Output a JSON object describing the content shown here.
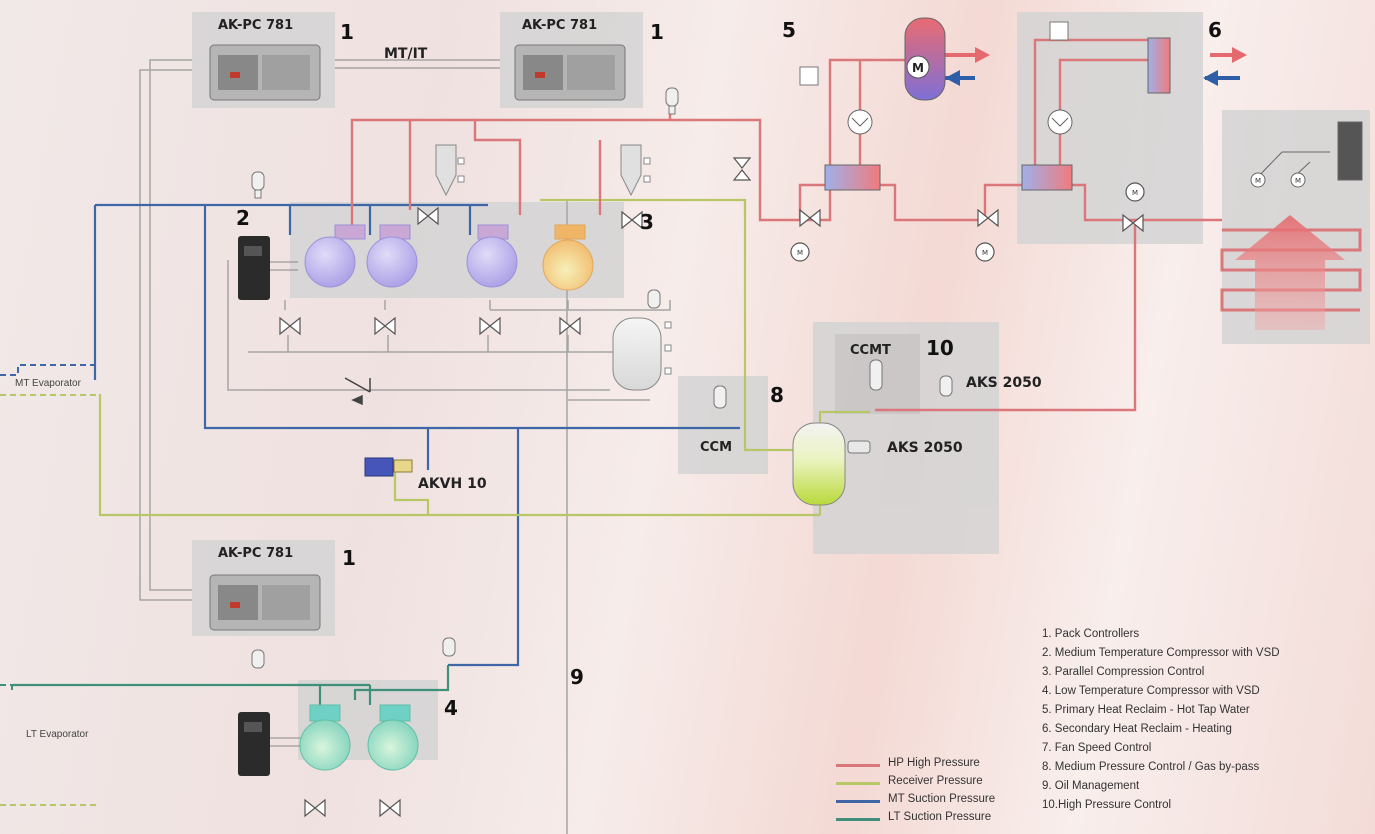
{
  "labels": {
    "controller_top_left": "AK-PC 781",
    "controller_top_right": "AK-PC 781",
    "controller_bottom": "AK-PC 781",
    "mt_it": "MT/IT",
    "akvh": "AKVH 10",
    "ccm": "CCM",
    "ccmt": "CCMT",
    "aks_upper": "AKS 2050",
    "aks_lower": "AKS 2050",
    "mt_evaporator": "MT Evaporator",
    "lt_evaporator": "LT Evaporator",
    "motor": "M"
  },
  "numbers": {
    "n1a": "1",
    "n1b": "1",
    "n1c": "1",
    "n2": "2",
    "n3": "3",
    "n4": "4",
    "n5": "5",
    "n6": "6",
    "n8": "8",
    "n9": "9",
    "n10": "10"
  },
  "legend": {
    "items": [
      "1. Pack Controllers",
      "2. Medium Temperature Compressor with VSD",
      "3. Parallel Compression Control",
      "4. Low Temperature Compressor with VSD",
      "5. Primary Heat Reclaim - Hot Tap Water",
      "6. Secondary Heat Reclaim - Heating",
      "7. Fan Speed Control",
      "8. Medium Pressure Control / Gas by-pass",
      "9. Oil Management",
      "10.High Pressure Control"
    ]
  },
  "line_key": [
    {
      "label": "HP High Pressure",
      "color": "#d9777a"
    },
    {
      "label": "Receiver Pressure",
      "color": "#b7c768"
    },
    {
      "label": "MT Suction Pressure",
      "color": "#3f67a8"
    },
    {
      "label": "LT Suction Pressure",
      "color": "#3f8f7a"
    }
  ],
  "colors": {
    "hp": "#d9777a",
    "receiver": "#b7c768",
    "mt_suction": "#3f67a8",
    "lt_suction": "#3f8f7a",
    "oil": "#9a9a9a",
    "panel": "#d3d3d3"
  }
}
